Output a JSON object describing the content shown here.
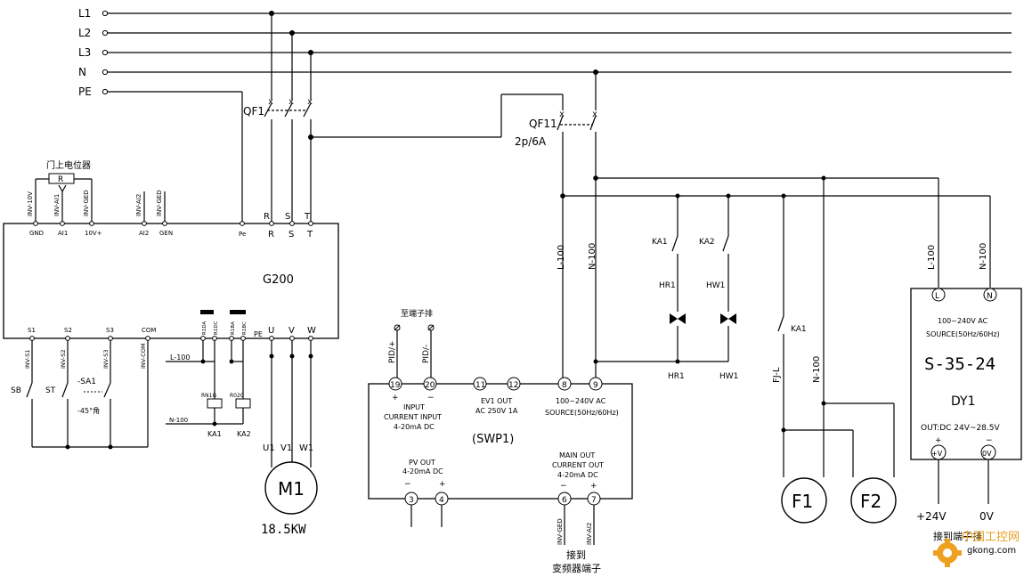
{
  "bus": {
    "L1": "L1",
    "L2": "L2",
    "L3": "L3",
    "N": "N",
    "PE": "PE"
  },
  "inverter": {
    "name": "G200",
    "pot_label": "门上电位器",
    "pot_letter": "R",
    "top_wire_labels": [
      "INV-10V",
      "INV-AI1",
      "INV-GED",
      "INV-AI2",
      "INV-GED"
    ],
    "top_terms": [
      "GND",
      "AI1",
      "10V+",
      "AI2",
      "GEN",
      "Pe",
      "R",
      "S",
      "T"
    ],
    "rst_above": [
      "R",
      "S",
      "T"
    ],
    "bottom_terms": [
      "S1",
      "S2",
      "S3",
      "COM",
      "R1DA",
      "R1DC",
      "R1BA",
      "R1BC",
      "PE",
      "U",
      "V",
      "W"
    ],
    "dio_wires": [
      "INV-S1",
      "INV-S2",
      "INV-S3",
      "INV-COM"
    ],
    "switches": [
      "SB",
      "ST",
      "-SA1",
      "-45°角"
    ],
    "relay_coils": [
      "RN1G",
      "R02C"
    ],
    "relay_names": [
      "KA1",
      "KA2"
    ],
    "l100": "L-100",
    "n100": "N-100"
  },
  "motor": {
    "terms": [
      "U1",
      "V1",
      "W1"
    ],
    "name": "M1",
    "power": "18.5KW"
  },
  "breakers": {
    "qf1": "QF1",
    "qf11": "QF11",
    "qf11_spec": "2p/6A"
  },
  "controller": {
    "name": "(SWP1)",
    "to_terminal": "至端子排",
    "pid_plus": "PID/+",
    "pid_minus": "PID/-",
    "terms_top": [
      "19",
      "20",
      "11",
      "12",
      "8",
      "9"
    ],
    "plus": "+",
    "minus": "−",
    "input_text": [
      "INPUT",
      "CURRENT INPUT",
      "4-20mA DC"
    ],
    "ev1_text": [
      "EV1 OUT",
      "AC 250V 1A"
    ],
    "src_text": [
      "100~240V AC",
      "SOURCE(50Hz/60Hz)"
    ],
    "pv_text": [
      "PV OUT",
      "4-20mA DC"
    ],
    "main_text": [
      "MAIN OUT",
      "CURRENT OUT",
      "4-20mA DC"
    ],
    "terms_bottom": [
      "3",
      "4",
      "6",
      "7"
    ],
    "out_wires": [
      "INV-GED",
      "INV-AI2"
    ],
    "note": [
      "接到",
      "变频器端子"
    ]
  },
  "wiring": {
    "l100": "L-100",
    "n100": "N-100",
    "ka1": "KA1",
    "ka2": "KA2",
    "hr1": "HR1",
    "hw1": "HW1",
    "fjl": "FJ-L",
    "ka1b": "KA1",
    "n100b": "N-100",
    "f1": "F1",
    "f2": "F2"
  },
  "psu": {
    "l100": "L-100",
    "n100": "N-100",
    "L": "L",
    "N": "N",
    "src1": "100~240V AC",
    "src2": "SOURCE(50Hz/60Hz)",
    "model": "S-35-24",
    "name": "DY1",
    "out": "OUT:DC 24V~28.5V",
    "plus": "+",
    "minus": "−",
    "vp": "+V",
    "vm": "0V",
    "v24": "+24V",
    "v0": "0V",
    "note": "接到端子排"
  },
  "watermark": {
    "text": "中国工控网",
    "url": "gkong.com"
  }
}
